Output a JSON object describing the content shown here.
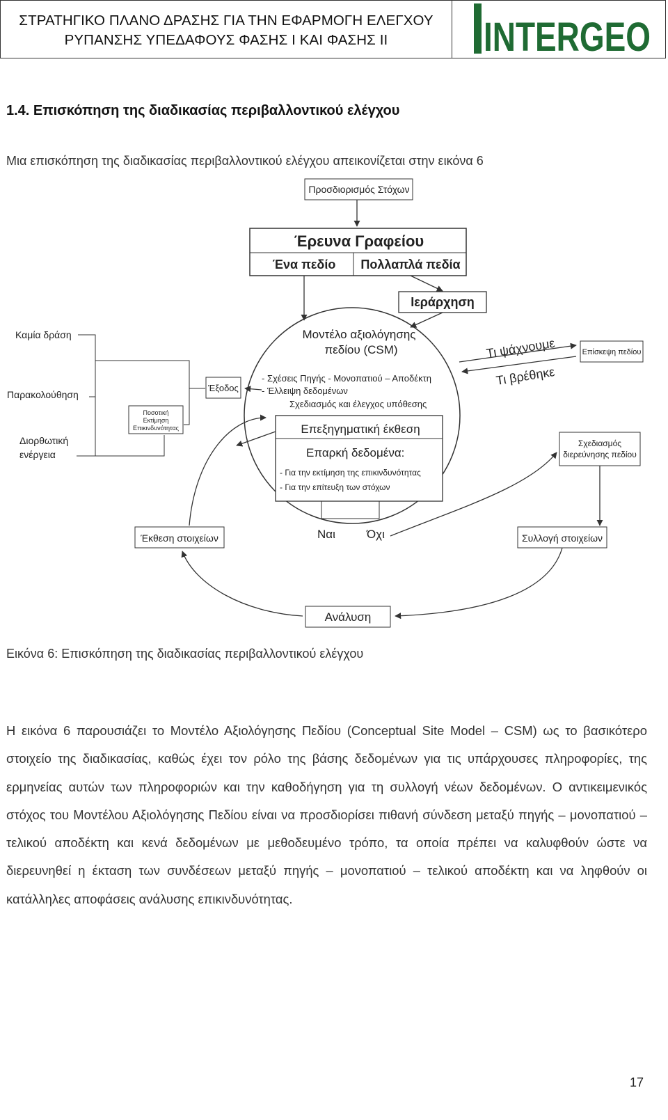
{
  "header": {
    "title_line1": "ΣΤΡΑΤΗΓΙΚΟ ΠΛΑΝΟ ΔΡΑΣΗΣ ΓΙΑ ΤΗΝ ΕΦΑΡΜΟΓΗ ΕΛΕΓΧΟΥ",
    "title_line2": "ΡΥΠΑΝΣΗΣ ΥΠΕΔΑΦΟΥΣ ΦΑΣΗΣ Ι ΚΑΙ ΦΑΣΗΣ ΙΙ",
    "logo_text": "INTERGEO",
    "logo_color": "#1f6b33"
  },
  "section": {
    "title": "1.4. Επισκόπηση της διαδικασίας περιβαλλοντικού ελέγχου",
    "intro": "Μια επισκόπηση της διαδικασίας περιβαλλοντικού ελέγχου απεικονίζεται στην εικόνα 6"
  },
  "diagram": {
    "goals": "Προσδιορισμός Στόχων",
    "desk_study": "Έρευνα Γραφείου",
    "one_field": "Ένα πεδίο",
    "many_fields": "Πολλαπλά πεδία",
    "hierarchy": "Ιεράρχηση",
    "csm_line1": "Μοντέλο αξιολόγησης",
    "csm_line2": "πεδίου (CSM)",
    "csm_item1": "- Σχέσεις Πηγής - Μονοπατιού – Αποδέκτη",
    "csm_item2": "- Έλλειψη δεδομένων",
    "csm_item3": "Σχεδιασμός και έλεγχος υπόθεσης",
    "what_seek": "Τι ψάχνουμε",
    "what_found": "Τι βρέθηκε",
    "site_visit": "Επίσκεψη πεδίου",
    "no_action": "Καμία δράση",
    "monitoring": "Παρακολούθηση",
    "remedial_line1": "Διορθωτική",
    "remedial_line2": "ενέργεια",
    "exit": "Έξοδος",
    "qra_line1": "Ποσοτική",
    "qra_line2": "Εκτίμηση",
    "qra_line3": "Επικινδυνότητας",
    "explanatory_report": "Επεξηγηματική έκθεση",
    "sufficient_data": "Επαρκή δεδομένα:",
    "sufficient_item1": "- Για την εκτίμηση της επικινδυνότητας",
    "sufficient_item2": "- Για την επίτευξη των στόχων",
    "investigation_line1": "Σχεδιασμός",
    "investigation_line2": "διερεύνησης πεδίου",
    "yes": "Ναι",
    "no": "Όχι",
    "data_report": "Έκθεση στοιχείων",
    "data_collection": "Συλλογή στοιχείων",
    "analysis": "Ανάλυση"
  },
  "caption": "Εικόνα 6: Επισκόπηση της διαδικασίας περιβαλλοντικού ελέγχου",
  "paragraph": "Η εικόνα 6 παρουσιάζει το Μοντέλο Αξιολόγησης Πεδίου (Conceptual Site Model – CSM) ως το βασικότερο στοιχείο της διαδικασίας, καθώς έχει τον ρόλο της βάσης δεδομένων για τις υπάρχουσες πληροφορίες, της ερμηνείας αυτών των πληροφοριών και την καθοδήγηση για τη συλλογή νέων δεδομένων. Ο αντικειμενικός στόχος του Μοντέλου Αξιολόγησης Πεδίου είναι να προσδιορίσει πιθανή σύνδεση μεταξύ πηγής – μονοπατιού – τελικού αποδέκτη και κενά δεδομένων με μεθοδευμένο τρόπο, τα οποία πρέπει να καλυφθούν ώστε να διερευνηθεί η έκταση των συνδέσεων μεταξύ πηγής – μονοπατιού – τελικού αποδέκτη και να ληφθούν οι κατάλληλες αποφάσεις ανάλυσης επικινδυνότητας.",
  "page_number": "17"
}
